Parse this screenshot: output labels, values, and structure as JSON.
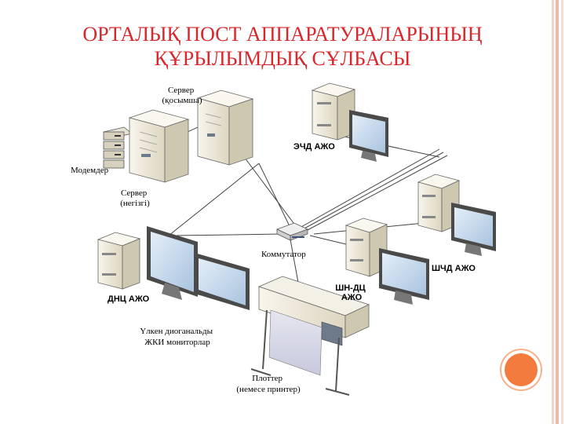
{
  "title": {
    "line1": "ОРТАЛЫҚ ПОСТ АППАРАТУРАЛАРЫНЫҢ",
    "line2": "ҚҰРЫЛЫМДЫҚ СҰЛБАСЫ"
  },
  "labels": {
    "server_aux_1": "Сервер",
    "server_aux_2": "(қосымша)",
    "modems": "Модемдер",
    "server_main_1": "Сервер",
    "server_main_2": "(негізгі)",
    "switch": "Коммутатор",
    "ech_ajo": "ЭЧД АЖО",
    "shch_ajo": "ШЧД АЖО",
    "dnc_ajo": "ДНЦ АЖО",
    "shn_dc_1": "ШН-ДЦ",
    "shn_dc_2": "АЖО",
    "monitors_1": "Үлкен диоганальды",
    "monitors_2": "ЖКИ мониторлар",
    "plotter_1": "Плоттер",
    "plotter_2": "(немесе принтер)"
  },
  "colors": {
    "title": "#d9262b",
    "accent_dot": "#f47b3e",
    "device_body": "#f2eee2",
    "device_shade": "#d4cdb8",
    "screen": "#c4d8ec",
    "bezel": "#4a4a4a"
  }
}
